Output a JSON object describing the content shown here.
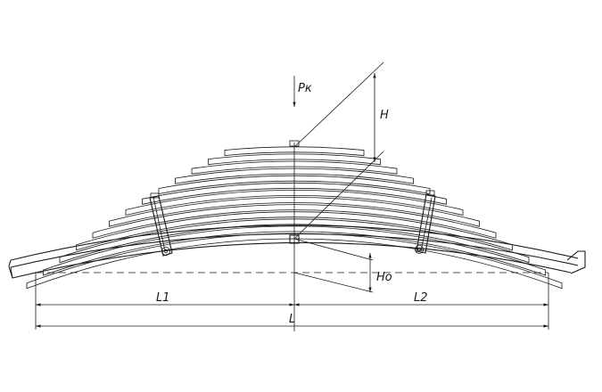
{
  "drawing": {
    "labels": {
      "force": "Pк",
      "height": "H",
      "height_offset": "Ho",
      "length_1": "L1",
      "length_2": "L2",
      "length_total": "L"
    },
    "line_color": "#1a1a1a",
    "background_color": "#ffffff"
  }
}
